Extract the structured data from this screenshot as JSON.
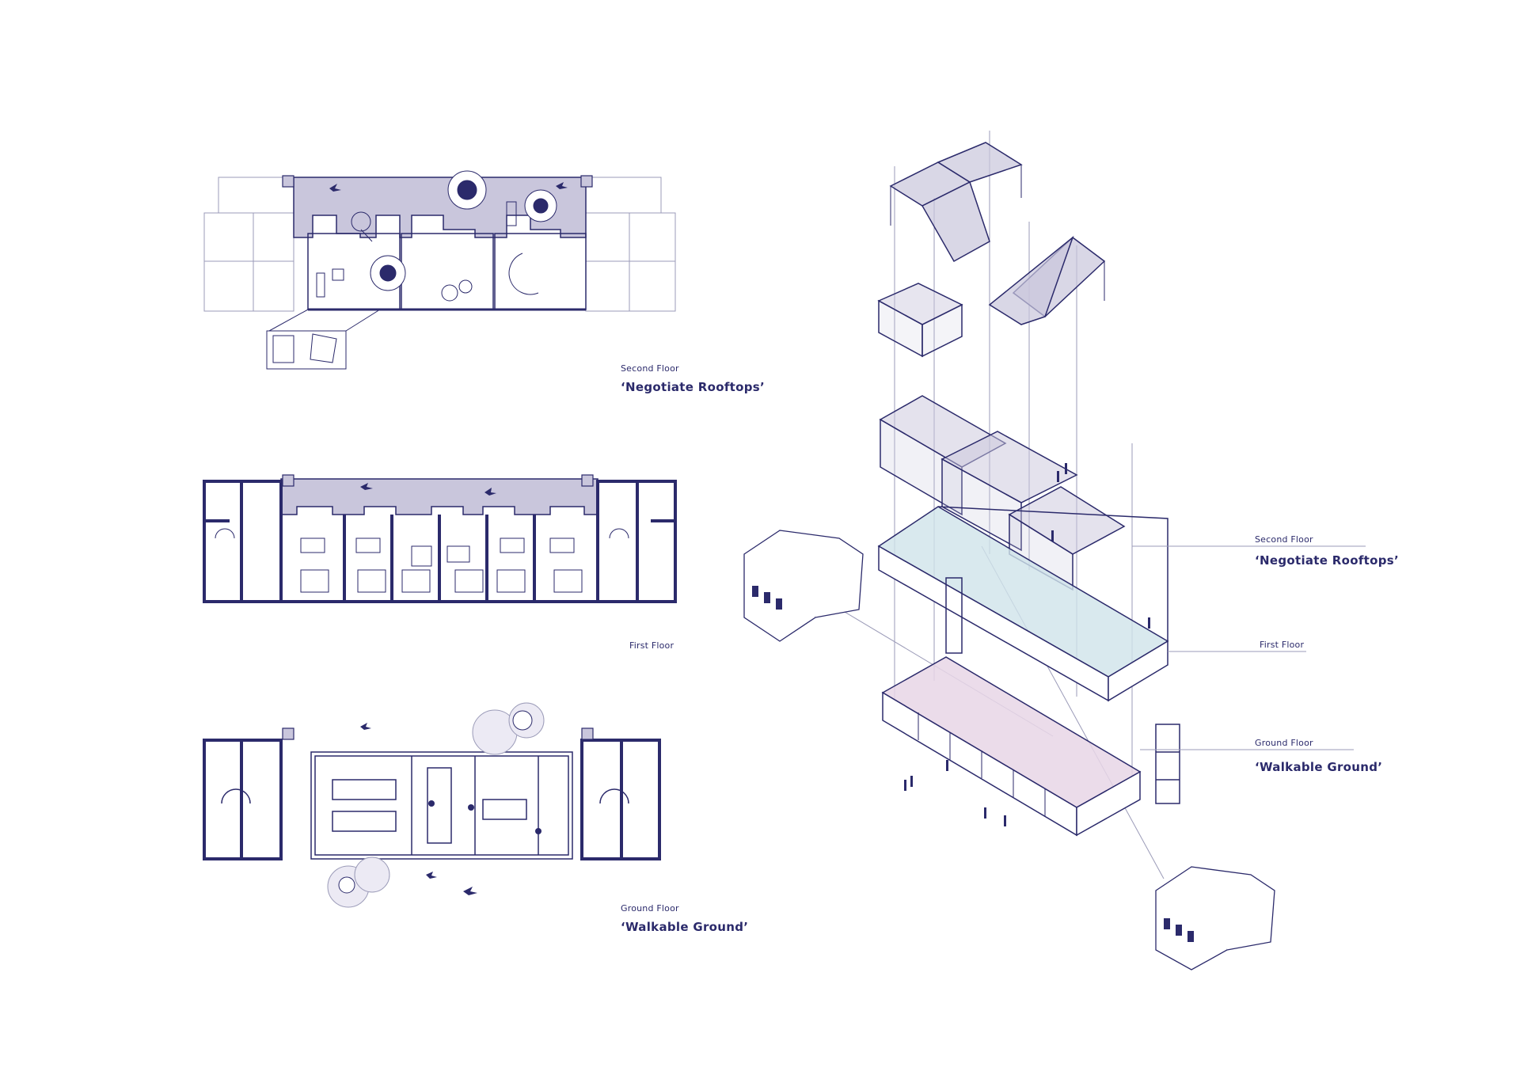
{
  "colors": {
    "ink": "#2b2a6b",
    "roof_fill": "#c9c6dc",
    "glass_fill": "#cfe3ea",
    "ground_fill": "#e8d6e6",
    "thin_line": "#9b9bb8"
  },
  "plans": {
    "second": {
      "floor": "Second Floor",
      "concept": "‘Negotiate Rooftops’"
    },
    "first": {
      "floor": "First Floor"
    },
    "ground": {
      "floor": "Ground Floor",
      "concept": "‘Walkable Ground’"
    }
  },
  "axo": {
    "second": {
      "floor": "Second Floor",
      "concept": "‘Negotiate Rooftops’"
    },
    "first": {
      "floor": "First Floor"
    },
    "ground": {
      "floor": "Ground Floor",
      "concept": "‘Walkable Ground’"
    }
  }
}
